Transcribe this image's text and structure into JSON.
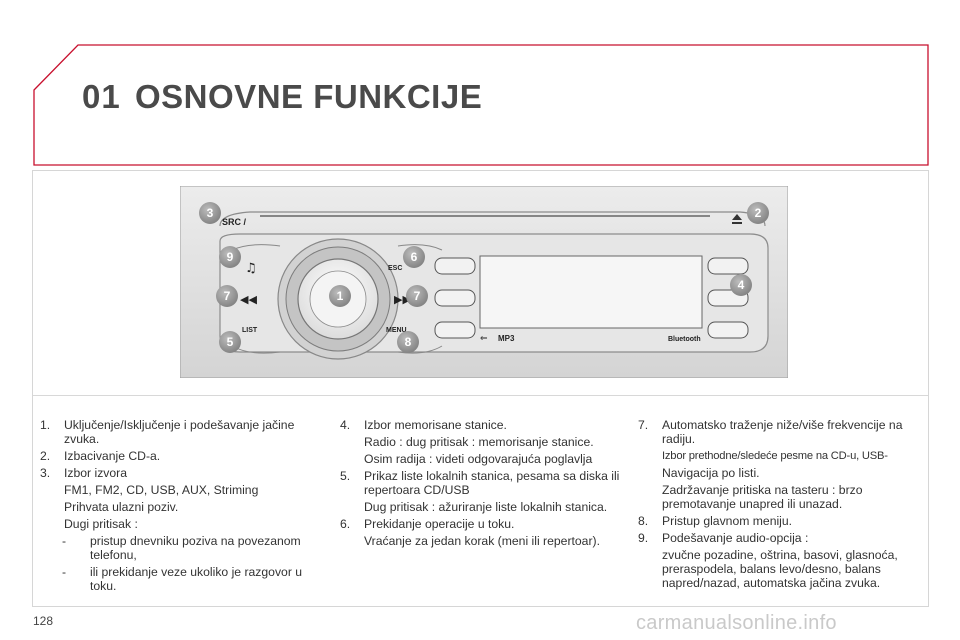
{
  "header": {
    "chapter_number": "01",
    "title": "OSNOVNE FUNKCIJE"
  },
  "radio": {
    "src_label": "SRC /",
    "esc_label": "ESC",
    "list_label": "LIST",
    "menu_label": "MENU",
    "mp3_label": "MP3",
    "bluetooth_label": "Bluetooth",
    "callouts": [
      "3",
      "2",
      "9",
      "6",
      "7",
      "1",
      "7",
      "4",
      "5",
      "8"
    ]
  },
  "col1": {
    "i1": {
      "num": "1.",
      "text": "Uključenje/Isključenje i podešavanje jačine zvuka."
    },
    "i2": {
      "num": "2.",
      "text": "Izbacivanje CD-a."
    },
    "i3": {
      "num": "3.",
      "text": "Izbor izvora"
    },
    "s1": "FM1, FM2, CD, USB, AUX, Striming",
    "s2": "Prihvata ulazni poziv.",
    "s3": "Dugi pritisak :",
    "d1": {
      "mark": "-",
      "text": "pristup dnevniku poziva na povezanom telefonu,"
    },
    "d2": {
      "mark": "-",
      "text": "ili prekidanje veze ukoliko je razgovor u toku."
    }
  },
  "col2": {
    "i4": {
      "num": "4.",
      "text": "Izbor memorisane stanice."
    },
    "s1": "Radio : dug pritisak : memorisanje stanice.",
    "s2": "Osim radija : videti odgovarajuća poglavlja",
    "i5": {
      "num": "5.",
      "text": "Prikaz liste lokalnih stanica, pesama sa diska ili repertoara CD/USB"
    },
    "s3": "Dug pritisak : ažuriranje liste lokalnih stanica.",
    "i6": {
      "num": "6.",
      "text": "Prekidanje operacije u toku."
    },
    "s4": "Vraćanje za jedan korak (meni ili repertoar)."
  },
  "col3": {
    "i7": {
      "num": "7.",
      "text": "Automatsko traženje niže/više frekvencije na radiju."
    },
    "s1": "Izbor prethodne/sledeće pesme na CD-u, USB-",
    "s2": "Navigacija po listi.",
    "s3": "Zadržavanje pritiska na tasteru : brzo premotavanje unapred ili unazad.",
    "i8": {
      "num": "8.",
      "text": "Pristup glavnom meniju."
    },
    "i9": {
      "num": "9.",
      "text": "Podešavanje audio-opcija :"
    },
    "s4": "zvučne pozadine, oštrina, basovi, glasnoća, preraspodela, balans levo/desno, balans napred/nazad, automatska jačina zvuka."
  },
  "footer": {
    "page_number": "128",
    "watermark": "carmanualsonline.info"
  },
  "colors": {
    "accent_red": "#c8102e",
    "callout_grey": "#9a9a9a",
    "text": "#333333"
  }
}
